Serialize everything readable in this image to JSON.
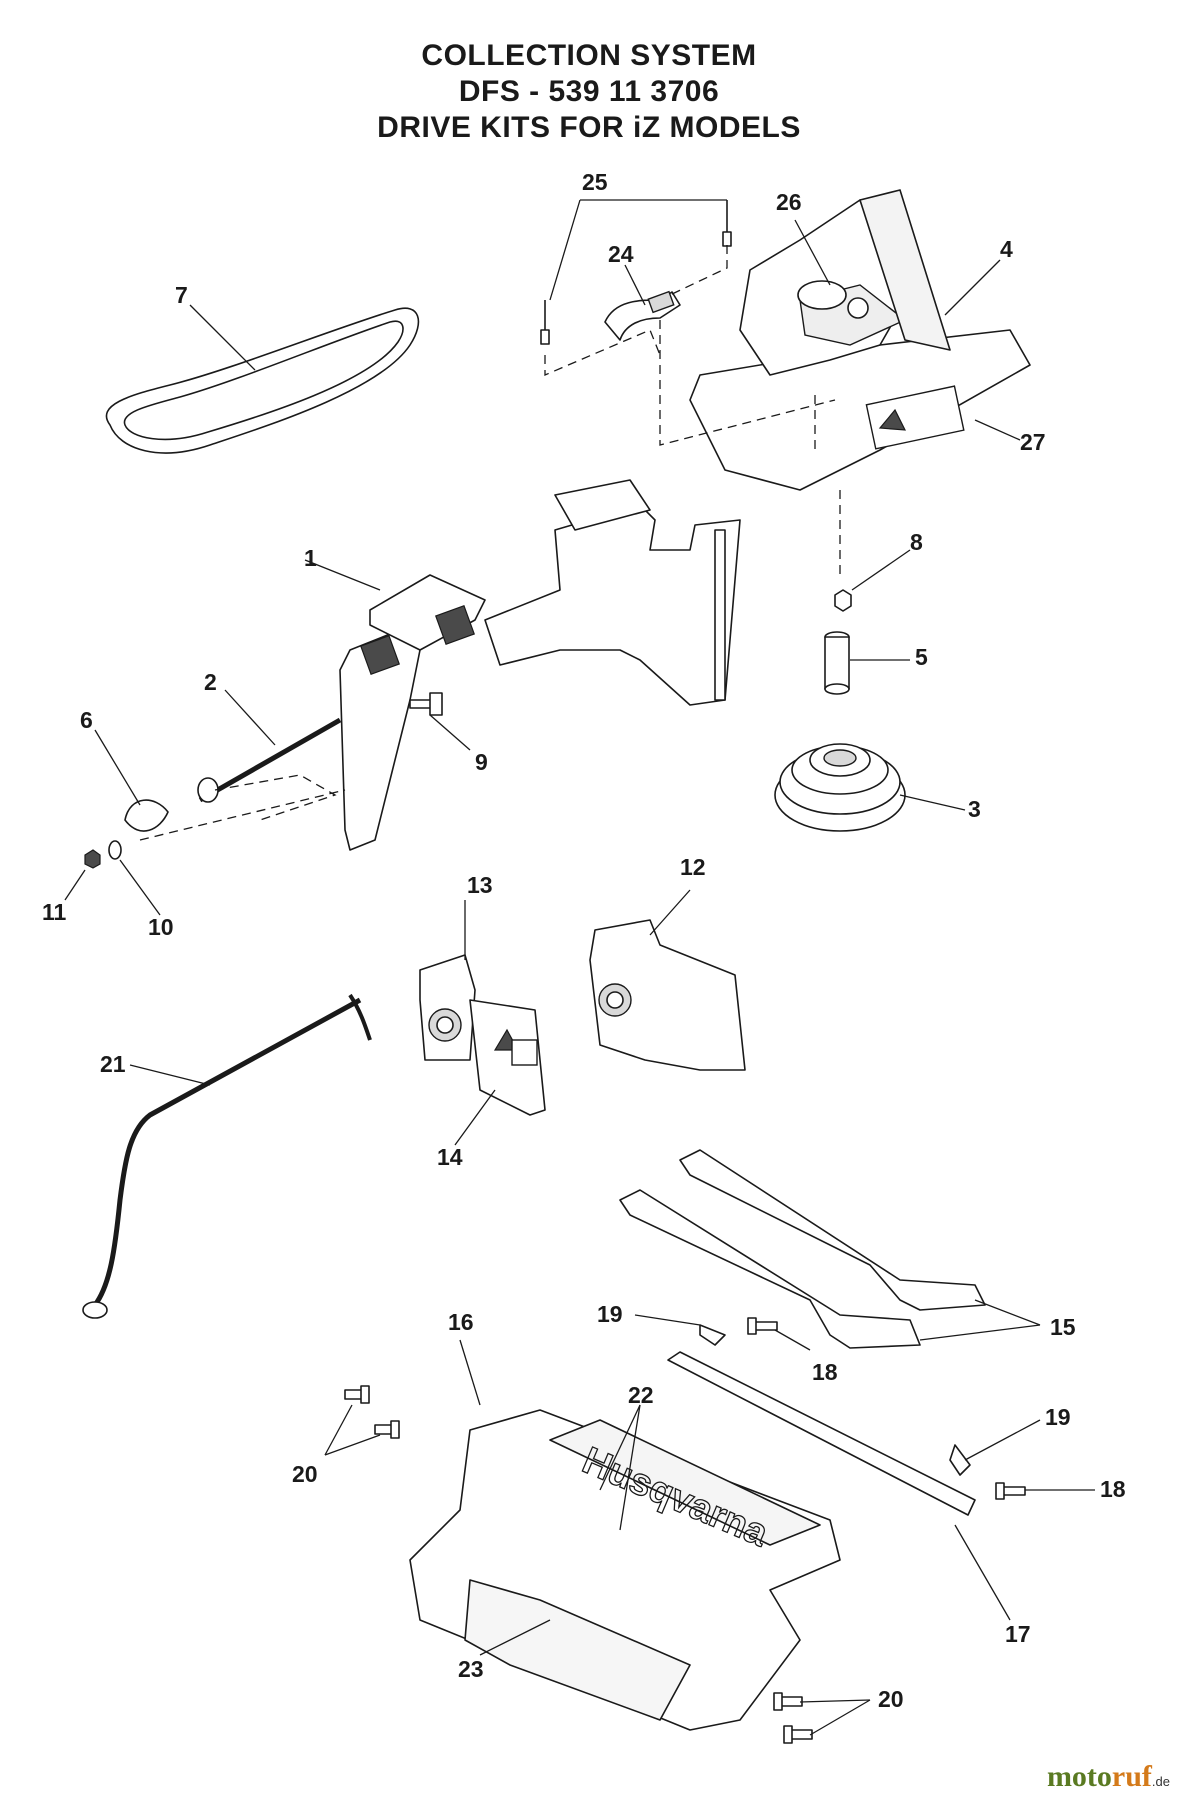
{
  "title": {
    "line1": "COLLECTION SYSTEM",
    "line2": "DFS - 539 11 3706",
    "line3": "DRIVE KITS FOR iZ MODELS"
  },
  "callouts": [
    "1",
    "2",
    "3",
    "4",
    "5",
    "6",
    "7",
    "8",
    "9",
    "10",
    "11",
    "12",
    "13",
    "14",
    "15",
    "16",
    "17",
    "18",
    "18",
    "19",
    "19",
    "20",
    "20",
    "21",
    "22",
    "23",
    "24",
    "25",
    "26",
    "27"
  ],
  "decal_text": "Husqvarna",
  "watermark": {
    "part1": "moto",
    "part2": "ruf",
    "part3": ".de"
  }
}
